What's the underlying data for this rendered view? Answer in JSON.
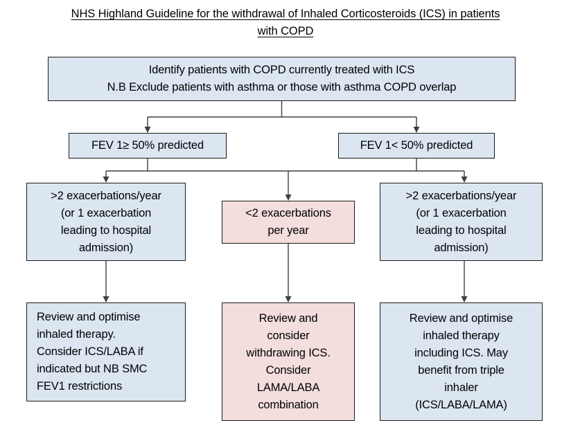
{
  "document": {
    "title_line1": "NHS Highland Guideline for the withdrawal of Inhaled Corticosteroids (ICS) in patients",
    "title_line2": "with COPD"
  },
  "colors": {
    "box_blue_fill": "#dce6f1",
    "box_pink_fill": "#f3dedd",
    "box_border": "#1a1a1a",
    "connector": "#3f3f3f",
    "background": "#ffffff",
    "text": "#000000"
  },
  "chart_data": {
    "type": "diagram",
    "title": "NHS Highland Guideline for the withdrawal of Inhaled Corticosteroids (ICS) in patients with COPD",
    "nodes": [
      {
        "id": "identify",
        "label": "Identify patients with COPD currently treated with ICS\nN.B Exclude patients with asthma or those with asthma COPD overlap",
        "fill": "blue",
        "level": 0,
        "align": "center"
      },
      {
        "id": "fev_high",
        "label": "FEV 1≥ 50% predicted",
        "fill": "blue",
        "level": 1,
        "align": "center"
      },
      {
        "id": "fev_low",
        "label": "FEV 1< 50% predicted",
        "fill": "blue",
        "level": 1,
        "align": "center"
      },
      {
        "id": "exac_left",
        "label": ">2 exacerbations/year\n(or 1 exacerbation\nleading to hospital\nadmission)",
        "fill": "blue",
        "level": 2,
        "align": "center"
      },
      {
        "id": "exac_mid",
        "label": "<2 exacerbations\nper year",
        "fill": "pink",
        "level": 2,
        "align": "center"
      },
      {
        "id": "exac_right",
        "label": ">2 exacerbations/year\n(or 1 exacerbation\nleading to hospital\nadmission)",
        "fill": "blue",
        "level": 2,
        "align": "center"
      },
      {
        "id": "action_left",
        "label": "Review and optimise\ninhaled therapy.\nConsider ICS/LABA if\nindicated but NB SMC\nFEV1 restrictions",
        "fill": "blue",
        "level": 3,
        "align": "left"
      },
      {
        "id": "action_mid",
        "label": "Review and\nconsider\nwithdrawing ICS.\nConsider\nLAMA/LABA\ncombination",
        "fill": "pink",
        "level": 3,
        "align": "center"
      },
      {
        "id": "action_right",
        "label": "Review and optimise\ninhaled therapy\nincluding ICS. May\nbenefit from triple\ninhaler\n(ICS/LABA/LAMA)",
        "fill": "blue",
        "level": 3,
        "align": "center"
      }
    ],
    "edges": [
      {
        "from": "identify",
        "to": "fev_high",
        "arrow": true
      },
      {
        "from": "identify",
        "to": "fev_low",
        "arrow": true
      },
      {
        "from": "fev_high",
        "to": "exac_left",
        "arrow": true
      },
      {
        "from": "fev_high",
        "to": "exac_mid",
        "arrow": true
      },
      {
        "from": "fev_low",
        "to": "exac_mid",
        "arrow": true
      },
      {
        "from": "fev_low",
        "to": "exac_right",
        "arrow": true
      },
      {
        "from": "exac_left",
        "to": "action_left",
        "arrow": true
      },
      {
        "from": "exac_mid",
        "to": "action_mid",
        "arrow": true
      },
      {
        "from": "exac_right",
        "to": "action_right",
        "arrow": true
      }
    ]
  }
}
